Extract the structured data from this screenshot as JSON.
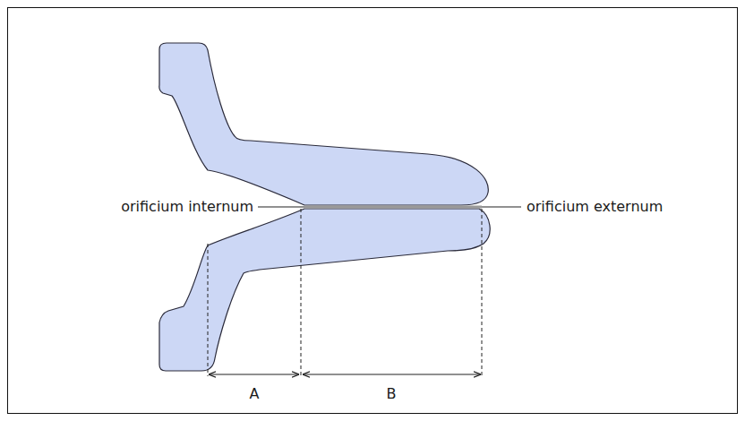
{
  "diagram": {
    "labels": [
      "orificium internum",
      "orificium externum",
      "A",
      "B"
    ]
  }
}
